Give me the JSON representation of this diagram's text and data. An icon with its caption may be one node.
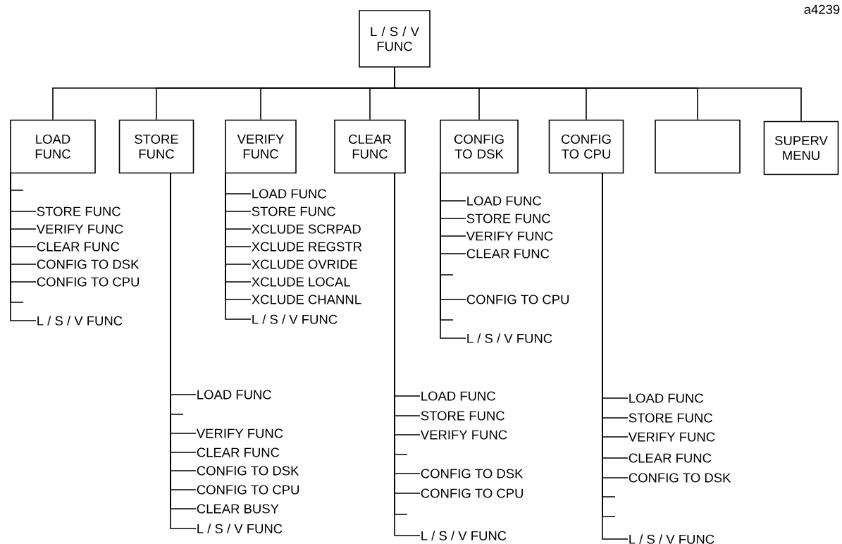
{
  "diagram": {
    "nodes": [
      {
        "text": [
          "L / S / V FUNC"
        ]
      },
      {
        "text": [
          "LOAD FUNC"
        ]
      },
      {
        "text": [
          "STORE FUNC"
        ]
      },
      {
        "text": [
          "VERIFY FUNC"
        ]
      },
      {
        "text": [
          "CLEAR FUNC"
        ]
      },
      {
        "text": [
          "CONFIG TO DSK"
        ]
      },
      {
        "text": [
          "CONFIG TO CPU"
        ]
      },
      {
        "text": [],
        "shape": "box"
      },
      {
        "text": [
          "SUPERV MENU"
        ]
      },
      {
        "text": [
          "STORE FUNC"
        ]
      },
      {
        "text": [
          "VERIFY FUNC"
        ]
      },
      {
        "text": [
          "CLEAR FUNC"
        ]
      },
      {
        "text": [
          "CONFIG TO DSK"
        ]
      },
      {
        "text": [
          "CONFIG TO CPU"
        ]
      },
      {
        "text": [
          "L / S / V FUNC"
        ]
      },
      {
        "text": [
          "LOAD FUNC"
        ]
      },
      {
        "text": [
          "STORE FUNC"
        ]
      },
      {
        "text": [
          "XCLUDE SCRPAD"
        ]
      },
      {
        "text": [
          "XCLUDE REGSTR"
        ]
      },
      {
        "text": [
          "XCLUDE OVRIDE"
        ]
      },
      {
        "text": [
          "XCLUDE LOCAL"
        ]
      },
      {
        "text": [
          "XCLUDE CHANNL"
        ]
      },
      {
        "text": [
          "L / S / V FUNC"
        ]
      },
      {
        "text": [
          "LOAD FUNC"
        ]
      },
      {
        "text": [
          "STORE FUNC"
        ]
      },
      {
        "text": [
          "VERIFY FUNC"
        ]
      },
      {
        "text": [
          "CLEAR FUNC"
        ]
      },
      {
        "text": [
          "CONFIG TO CPU"
        ]
      },
      {
        "text": [
          "L / S / V FUNC"
        ]
      },
      {
        "text": [
          "LOAD FUNC"
        ]
      },
      {
        "text": [
          "VERIFY FUNC"
        ]
      },
      {
        "text": [
          "CLEAR FUNC"
        ]
      },
      {
        "text": [
          "CONFIG TO DSK"
        ]
      },
      {
        "text": [
          "CONFIG TO CPU"
        ]
      },
      {
        "text": [
          "CLEAR BUSY"
        ]
      },
      {
        "text": [
          "L / S / V FUNC"
        ]
      },
      {
        "text": [
          "LOAD FUNC"
        ]
      },
      {
        "text": [
          "STORE FUNC"
        ]
      },
      {
        "text": [
          "VERIFY FUNC"
        ]
      },
      {
        "text": [
          "CONFIG TO DSK"
        ]
      },
      {
        "text": [
          "CONFIG TO CPU"
        ]
      },
      {
        "text": [
          "L / S / V FUNC"
        ]
      },
      {
        "text": [
          "LOAD FUNC"
        ]
      },
      {
        "text": [
          "STORE FUNC"
        ]
      },
      {
        "text": [
          "VERIFY FUNC"
        ]
      },
      {
        "text": [
          "CLEAR FUNC"
        ]
      },
      {
        "text": [
          "CONFIG TO DSK"
        ]
      },
      {
        "text": [
          "L / S / V FUNC"
        ]
      }
    ],
    "edges": [
      {
        "from": 0,
        "to": 1,
        "arrow": "none"
      },
      {
        "from": 0,
        "to": 2,
        "arrow": "none"
      },
      {
        "from": 0,
        "to": 3,
        "arrow": "none"
      },
      {
        "from": 0,
        "to": 4,
        "arrow": "none"
      },
      {
        "from": 0,
        "to": 5,
        "arrow": "none"
      },
      {
        "from": 0,
        "to": 6,
        "arrow": "none"
      },
      {
        "from": 0,
        "to": 7,
        "arrow": "none"
      },
      {
        "from": 0,
        "to": 8,
        "arrow": "none"
      },
      {
        "from": 1,
        "to": null,
        "arrow": "none"
      },
      {
        "from": 1,
        "to": 9,
        "arrow": "none"
      },
      {
        "from": 1,
        "to": 10,
        "arrow": "none"
      },
      {
        "from": 1,
        "to": 11,
        "arrow": "none"
      },
      {
        "from": 1,
        "to": 12,
        "arrow": "none"
      },
      {
        "from": 1,
        "to": 13,
        "arrow": "none"
      },
      {
        "from": 1,
        "to": null,
        "arrow": "none"
      },
      {
        "from": 1,
        "to": 14,
        "arrow": "none"
      },
      {
        "from": 3,
        "to": 15,
        "arrow": "none"
      },
      {
        "from": 3,
        "to": 16,
        "arrow": "none"
      },
      {
        "from": 3,
        "to": 17,
        "arrow": "none"
      },
      {
        "from": 3,
        "to": 18,
        "arrow": "none"
      },
      {
        "from": 3,
        "to": 19,
        "arrow": "none"
      },
      {
        "from": 3,
        "to": 20,
        "arrow": "none"
      },
      {
        "from": 3,
        "to": 21,
        "arrow": "none"
      },
      {
        "from": 3,
        "to": 22,
        "arrow": "none"
      },
      {
        "from": 5,
        "to": 23,
        "arrow": "none"
      },
      {
        "from": 5,
        "to": 24,
        "arrow": "none"
      },
      {
        "from": 5,
        "to": 25,
        "arrow": "none"
      },
      {
        "from": 5,
        "to": 26,
        "arrow": "none"
      },
      {
        "from": 5,
        "to": null,
        "arrow": "none"
      },
      {
        "from": 5,
        "to": 27,
        "arrow": "none"
      },
      {
        "from": 5,
        "to": null,
        "arrow": "none"
      },
      {
        "from": 5,
        "to": 28,
        "arrow": "none"
      },
      {
        "from": 2,
        "to": 29,
        "arrow": "none"
      },
      {
        "from": 2,
        "to": null,
        "arrow": "none"
      },
      {
        "from": 2,
        "to": 30,
        "arrow": "none"
      },
      {
        "from": 2,
        "to": 31,
        "arrow": "none"
      },
      {
        "from": 2,
        "to": 32,
        "arrow": "none"
      },
      {
        "from": 2,
        "to": 33,
        "arrow": "none"
      },
      {
        "from": 2,
        "to": 34,
        "arrow": "none"
      },
      {
        "from": 2,
        "to": 35,
        "arrow": "none"
      },
      {
        "from": 4,
        "to": 36,
        "arrow": "none"
      },
      {
        "from": 4,
        "to": 37,
        "arrow": "none"
      },
      {
        "from": 4,
        "to": 38,
        "arrow": "none"
      },
      {
        "from": 4,
        "to": null,
        "arrow": "none"
      },
      {
        "from": 4,
        "to": 39,
        "arrow": "none"
      },
      {
        "from": 4,
        "to": 40,
        "arrow": "none"
      },
      {
        "from": 4,
        "to": null,
        "arrow": "none"
      },
      {
        "from": 4,
        "to": 41,
        "arrow": "none"
      },
      {
        "from": 6,
        "to": 42,
        "arrow": "none"
      },
      {
        "from": 6,
        "to": 43,
        "arrow": "none"
      },
      {
        "from": 6,
        "to": 44,
        "arrow": "none"
      },
      {
        "from": 6,
        "to": 45,
        "arrow": "none"
      },
      {
        "from": 6,
        "to": 46,
        "arrow": "none"
      },
      {
        "from": 6,
        "to": null,
        "arrow": "none"
      },
      {
        "from": 6,
        "to": null,
        "arrow": "none"
      },
      {
        "from": 6,
        "to": 47,
        "arrow": "none"
      }
    ],
    "labels": [
      "a4239"
    ]
  }
}
